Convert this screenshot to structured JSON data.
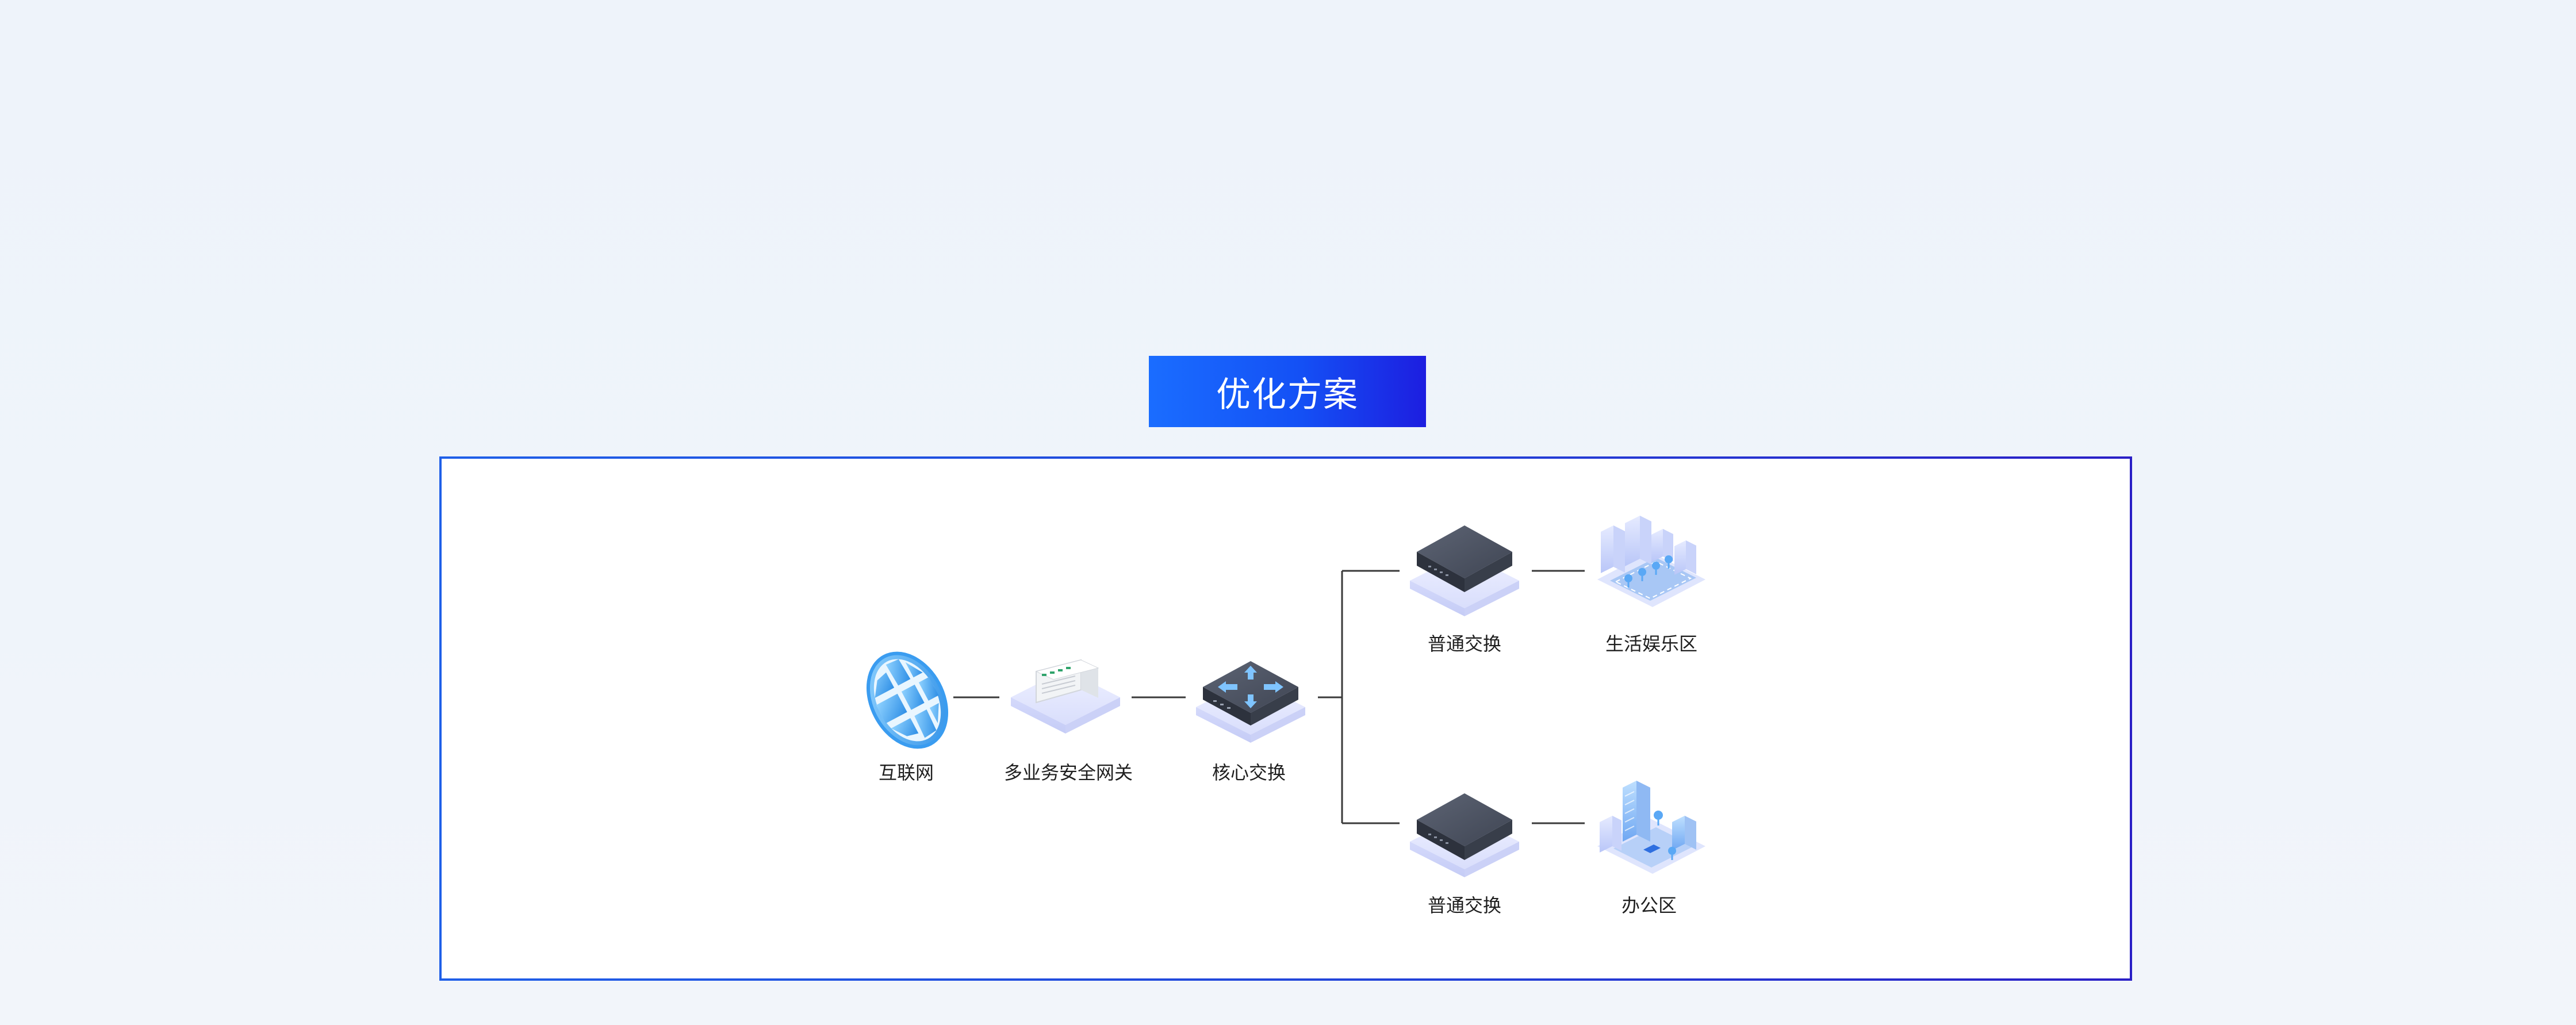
{
  "title": "优化方案",
  "colors": {
    "banner_start": "#1a6dff",
    "banner_end": "#1d1ee0",
    "frame_border": "#2241d8",
    "connector": "#3a3a3a",
    "device_dark": "#4a5160",
    "accent_blue": "#6fb8ff"
  },
  "nodes": [
    {
      "id": "internet",
      "label": "互联网",
      "icon": "globe-icon"
    },
    {
      "id": "gateway",
      "label": "多业务安全网关",
      "icon": "gateway-device-icon"
    },
    {
      "id": "core_switch",
      "label": "核心交换",
      "icon": "core-switch-icon"
    },
    {
      "id": "switch_top",
      "label": "普通交换",
      "icon": "switch-icon"
    },
    {
      "id": "switch_bottom",
      "label": "普通交换",
      "icon": "switch-icon"
    },
    {
      "id": "living_area",
      "label": "生活娱乐区",
      "icon": "residential-buildings-icon"
    },
    {
      "id": "office_area",
      "label": "办公区",
      "icon": "office-buildings-icon"
    }
  ]
}
